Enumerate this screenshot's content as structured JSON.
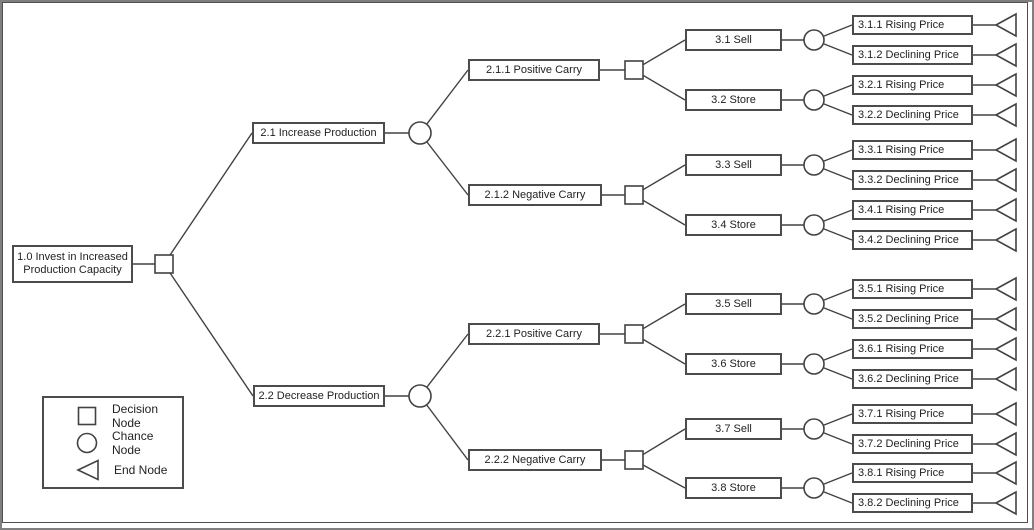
{
  "diagram": {
    "root": "1.0 Invest in Increased Production Capacity",
    "root_line1": "1.0 Invest in Increased",
    "root_line2": "Production Capacity",
    "level2": [
      "2.1 Increase Production",
      "2.2 Decrease Production"
    ],
    "level3": [
      "2.1.1 Positive Carry",
      "2.1.2 Negative Carry",
      "2.2.1 Positive Carry",
      "2.2.2 Negative Carry"
    ],
    "level4": [
      "3.1 Sell",
      "3.2 Store",
      "3.3 Sell",
      "3.4 Store",
      "3.5 Sell",
      "3.6 Store",
      "3.7 Sell",
      "3.8 Store"
    ],
    "leaves": [
      "3.1.1 Rising Price",
      "3.1.2 Declining Price",
      "3.2.1 Rising Price",
      "3.2.2 Declining Price",
      "3.3.1 Rising Price",
      "3.3.2 Declining Price",
      "3.4.1 Rising Price",
      "3.4.2 Declining Price",
      "3.5.1 Rising Price",
      "3.5.2 Declining Price",
      "3.6.1 Rising Price",
      "3.6.2 Declining Price",
      "3.7.1 Rising Price",
      "3.7.2 Declining Price",
      "3.8.1 Rising Price",
      "3.8.2 Declining Price"
    ]
  },
  "legend": {
    "items": [
      {
        "icon": "decision-node-icon",
        "shape": "square",
        "label": "Decision Node"
      },
      {
        "icon": "chance-node-icon",
        "shape": "circle",
        "label": "Chance Node"
      },
      {
        "icon": "end-node-icon",
        "shape": "triangle-left",
        "label": "End Node"
      }
    ]
  },
  "colors": {
    "background": "#ffffff",
    "line": "#424242",
    "box_border": "#4c4c4c",
    "outer_frame": "#7f7f7f",
    "text": "#1f1f1f"
  }
}
